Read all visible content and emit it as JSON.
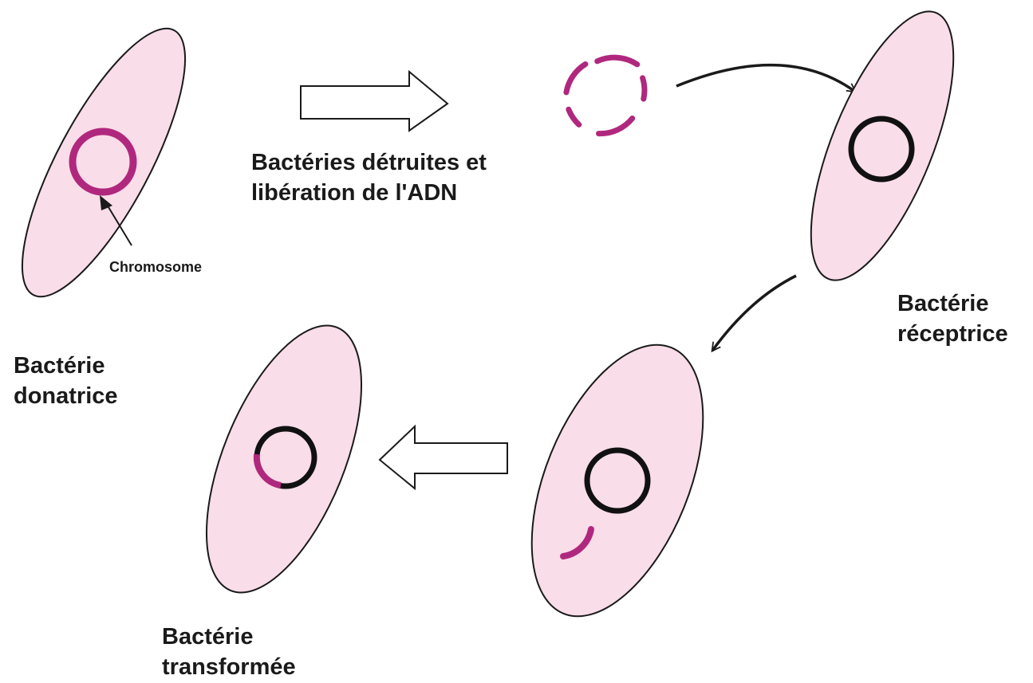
{
  "colors": {
    "cell_fill": "#f9dde9",
    "outline": "#1a1a1a",
    "donor_dna": "#b0287e",
    "recipient_dna": "#111111",
    "transfer_arrow_fill": "#ffffff"
  },
  "labels": {
    "chromosome": "Chromosome",
    "destroyed_line1": "Bactéries détruites et",
    "destroyed_line2": "libération de l'ADN",
    "donor_line1": "Bactérie",
    "donor_line2": "donatrice",
    "recipient_line1": "Bactérie",
    "recipient_line2": "réceptrice",
    "transformed_line1": "Bactérie",
    "transformed_line2": "transformée"
  }
}
